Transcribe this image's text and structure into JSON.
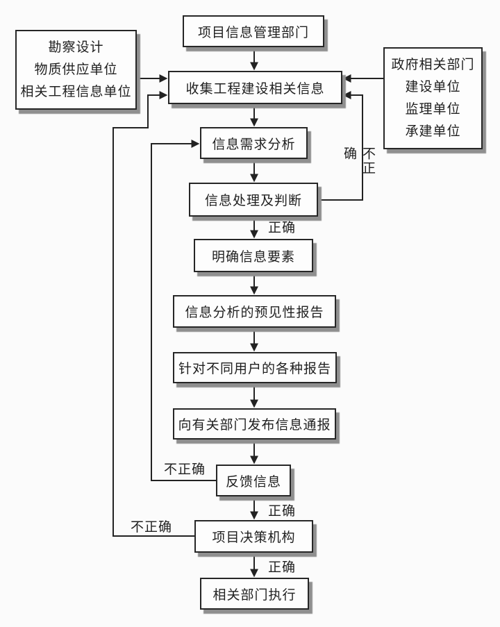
{
  "diagram": {
    "title_hint": "工程建设信息管理流程图",
    "nodes": {
      "dept": "项目信息管理部门",
      "collect": "收集工程建设相关信息",
      "demand": "信息需求分析",
      "process": "信息处理及判断",
      "elements": "明确信息要素",
      "forecast": "信息分析的预见性报告",
      "reports": "针对不同用户的各种报告",
      "notify": "向有关部门发布信息通报",
      "feedback": "反馈信息",
      "decision": "项目决策机构",
      "execute": "相关部门执行"
    },
    "sources_left": {
      "lines": [
        "勘察设计",
        "物质供应单位",
        "相关工程信息单位"
      ]
    },
    "sources_right": {
      "lines": [
        "政府相关部门",
        "建设单位",
        "监理单位",
        "承建单位"
      ]
    },
    "edge_labels": {
      "process_incorrect": "不正确",
      "process_correct": "正确",
      "feedback_incorrect": "不正确",
      "feedback_correct": "正确",
      "decision_incorrect": "不正确",
      "decision_correct": "正确"
    },
    "colors": {
      "background": "#fbfbfb",
      "line": "#222222",
      "box_fill": "#fdfdfd",
      "box_border": "#262626",
      "shadow": "#8f8f8f"
    }
  }
}
